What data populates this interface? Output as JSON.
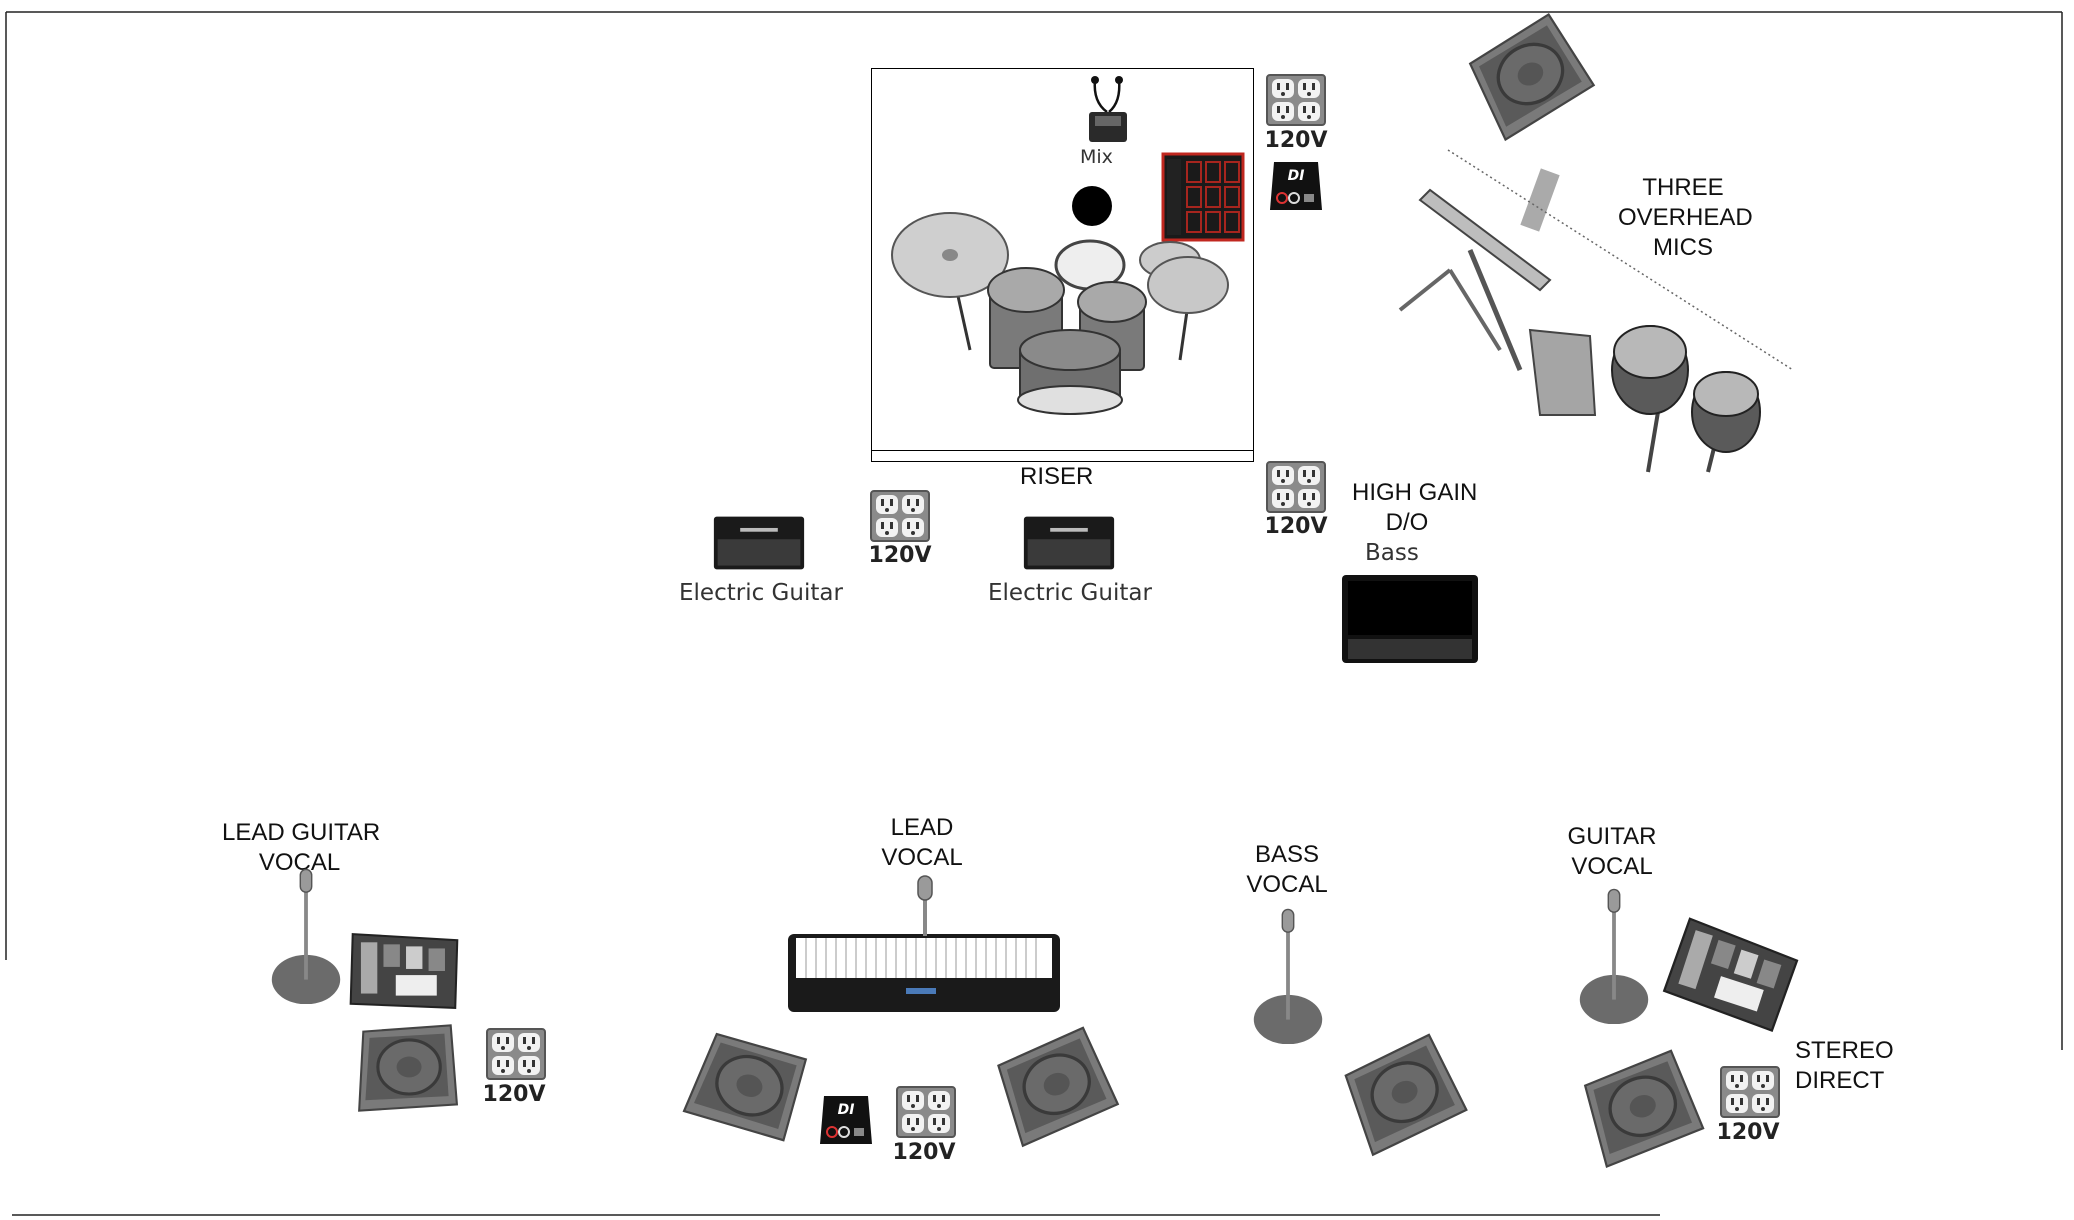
{
  "stage": {
    "riser_label": "RISER",
    "mix_label": "Mix",
    "voltage_label": "120V",
    "overhead_label": [
      "THREE",
      "OVERHEAD",
      "MICS"
    ],
    "high_gain_label": [
      "HIGH GAIN",
      "D/O"
    ],
    "bass_label": "Bass",
    "electric_guitar_label": "Electric Guitar",
    "lead_guitar_vocal_label": [
      "LEAD GUITAR",
      "VOCAL"
    ],
    "lead_vocal_label": [
      "LEAD",
      "VOCAL"
    ],
    "bass_vocal_label": [
      "BASS",
      "VOCAL"
    ],
    "guitar_vocal_label": [
      "GUITAR",
      "VOCAL"
    ],
    "stereo_direct_label": [
      "STEREO",
      "DIRECT"
    ],
    "di_label": "DI"
  },
  "colors": {
    "riser_border": "#000000",
    "pad_red": "#c0271f",
    "monitor_gray": "#6e6e6e",
    "amp_black": "#111111"
  },
  "icons": [
    "headphone-icon",
    "outlet-icon",
    "di-box-icon",
    "drum-kit-icon",
    "sample-pad-icon",
    "monitor-wedge-icon",
    "mic-stand-icon",
    "keyboard-icon",
    "pedalboard-icon",
    "guitar-amp-icon",
    "bass-amp-icon",
    "conga-drums-icon",
    "overhead-mic-icon"
  ]
}
